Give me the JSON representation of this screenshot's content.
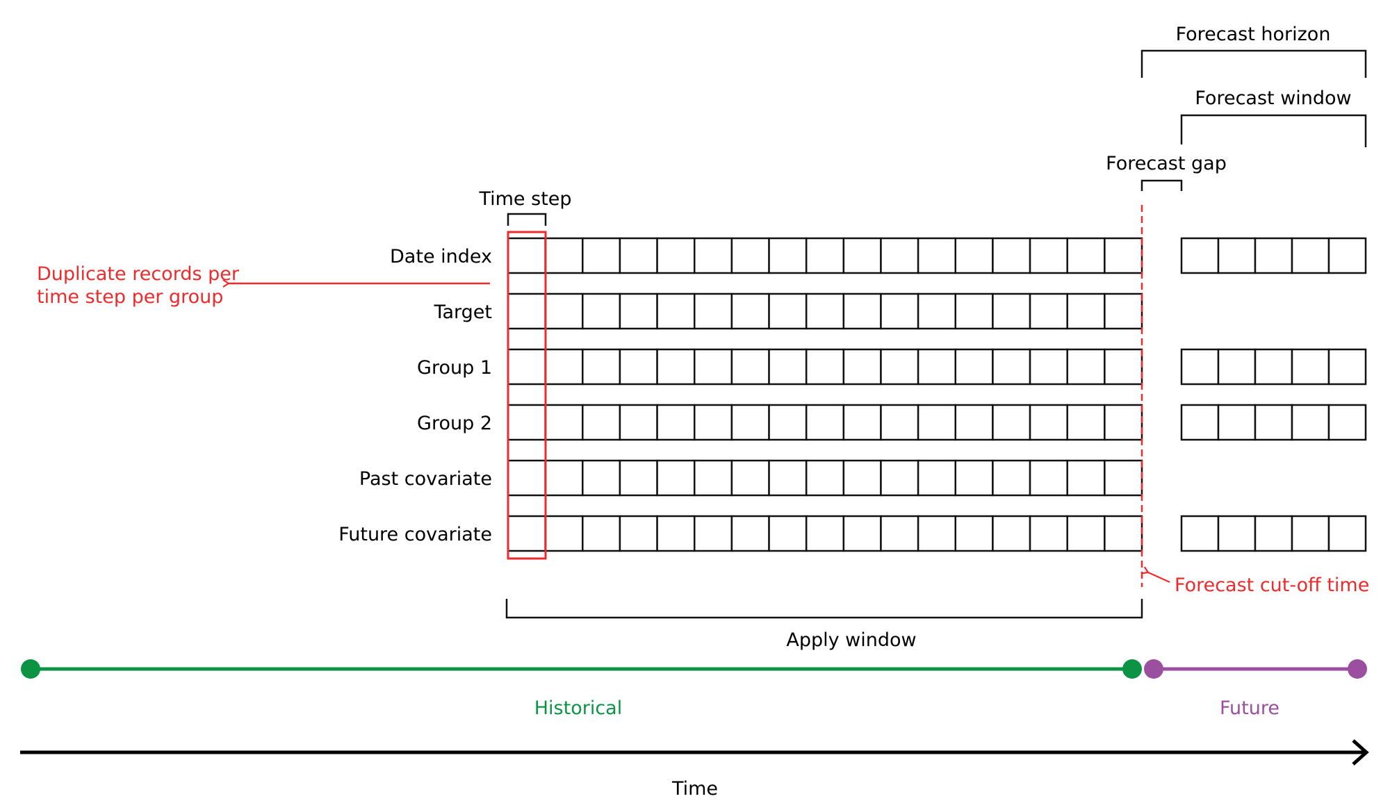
{
  "labels": {
    "forecast_horizon": "Forecast horizon",
    "forecast_window": "Forecast window",
    "forecast_gap": "Forecast gap",
    "time_step": "Time step",
    "duplicate_line1": "Duplicate records per",
    "duplicate_line2": "time step per group",
    "forecast_cutoff": "Forecast cut-off time",
    "apply_window": "Apply window",
    "historical": "Historical",
    "future": "Future",
    "time": "Time"
  },
  "rows": [
    {
      "label": "Date index",
      "future_cells": true
    },
    {
      "label": "Target",
      "future_cells": false
    },
    {
      "label": "Group 1",
      "future_cells": true
    },
    {
      "label": "Group 2",
      "future_cells": true
    },
    {
      "label": "Past covariate",
      "future_cells": false
    },
    {
      "label": "Future covariate",
      "future_cells": true
    }
  ],
  "grid": {
    "historical_cells": 17,
    "future_cells": 5
  },
  "colors": {
    "highlight": "#ee2a2a",
    "historical": "#0c9444",
    "future": "#9b4f9f",
    "ink": "#111111"
  }
}
